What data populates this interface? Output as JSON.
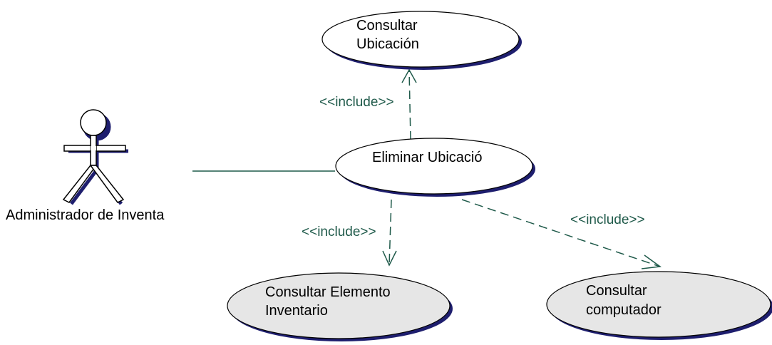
{
  "diagram": {
    "actor": {
      "name": "Administrador de Inventa"
    },
    "use_cases": {
      "consultar_ubicacion": {
        "line1": "Consultar",
        "line2": "Ubicación"
      },
      "eliminar_ubicacion": {
        "line1": "Eliminar Ubicació"
      },
      "consultar_elemento": {
        "line1": "Consultar Elemento",
        "line2": "Inventario"
      },
      "consultar_computador": {
        "line1": "Consultar",
        "line2": "computador"
      }
    },
    "relations": {
      "include_top": "<<include>>",
      "include_bottom_left": "<<include>>",
      "include_bottom_right": "<<include>>"
    },
    "colors": {
      "line": "#1f5a4a",
      "shadow": "#1e1e6e",
      "fill_white": "#ffffff",
      "fill_gray": "#e6e6e6"
    }
  }
}
